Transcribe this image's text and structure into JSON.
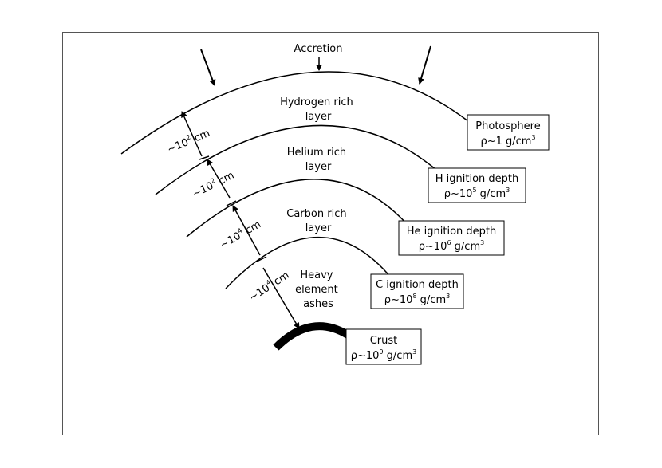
{
  "title": "Accretion",
  "layers": [
    {
      "line1": "Hydrogen rich",
      "line2": "layer"
    },
    {
      "line1": "Helium rich",
      "line2": "layer"
    },
    {
      "line1": "Carbon rich",
      "line2": "layer"
    },
    {
      "line1": "Heavy",
      "line2": "element",
      "line3": "ashes"
    }
  ],
  "boxes": [
    {
      "title": "Photosphere",
      "rho_prefix": "ρ~1 g/cm",
      "rho_exp": "",
      "unit_exp": "3"
    },
    {
      "title": "H ignition depth",
      "rho_prefix": "ρ~10",
      "rho_exp": "5",
      "unit": " g/cm",
      "unit_exp": "3"
    },
    {
      "title": "He ignition depth",
      "rho_prefix": "ρ~10",
      "rho_exp": "6",
      "unit": " g/cm",
      "unit_exp": "3"
    },
    {
      "title": "C ignition depth",
      "rho_prefix": "ρ~10",
      "rho_exp": "8",
      "unit": " g/cm",
      "unit_exp": "3"
    },
    {
      "title": "Crust",
      "rho_prefix": "ρ~10",
      "rho_exp": "9",
      "unit": " g/cm",
      "unit_exp": "3"
    }
  ],
  "depths": [
    {
      "base": "~10",
      "exp": "2",
      "unit": " cm"
    },
    {
      "base": "~10",
      "exp": "2",
      "unit": " cm"
    },
    {
      "base": "~10",
      "exp": "4",
      "unit": " cm"
    },
    {
      "base": "~10",
      "exp": "4",
      "unit": " cm"
    }
  ]
}
